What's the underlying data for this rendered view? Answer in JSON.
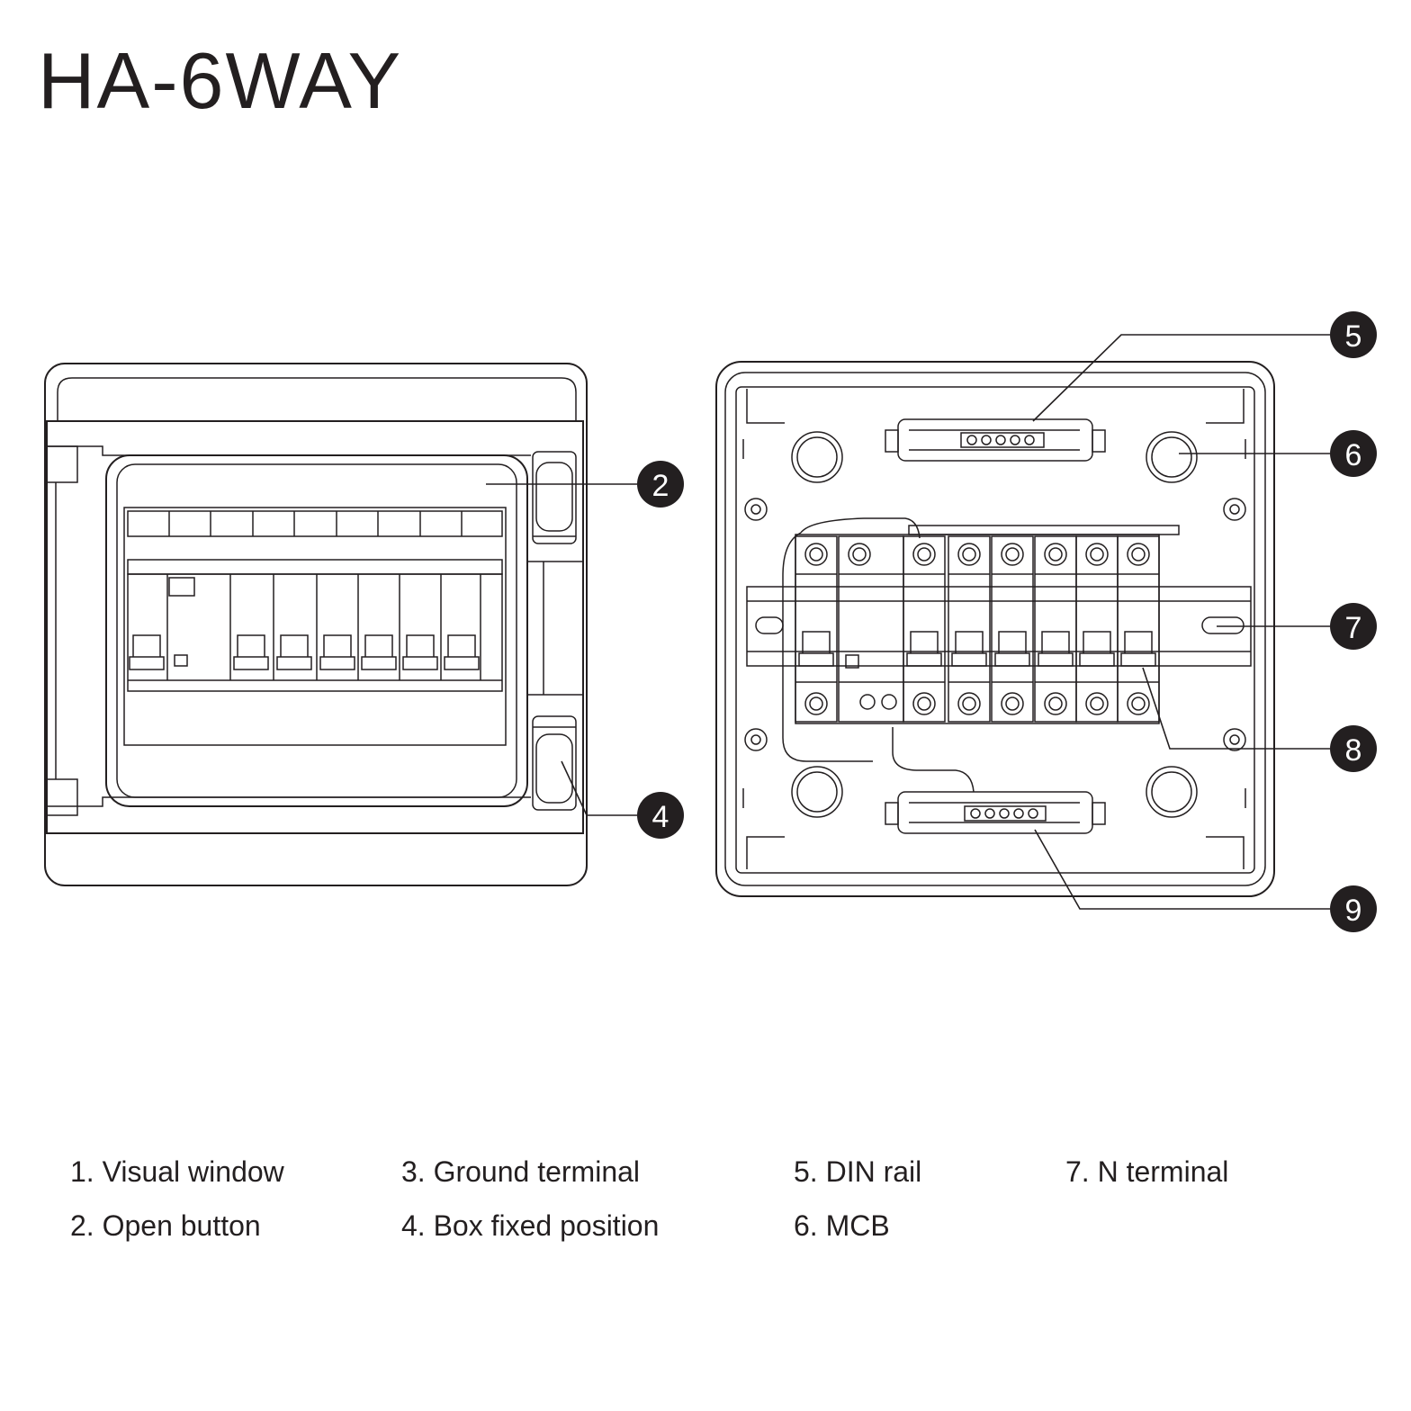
{
  "title": "HA-6WAY",
  "callouts": [
    "2",
    "4",
    "5",
    "6",
    "7",
    "8",
    "9"
  ],
  "legend": [
    "1. Visual window",
    "2. Open button",
    "3. Ground terminal",
    "4. Box fixed position",
    "5. DIN rail",
    "6. MCB",
    "7. N terminal"
  ],
  "colors": {
    "line": "#231f20",
    "badge": "#231f20",
    "background": "#ffffff"
  }
}
